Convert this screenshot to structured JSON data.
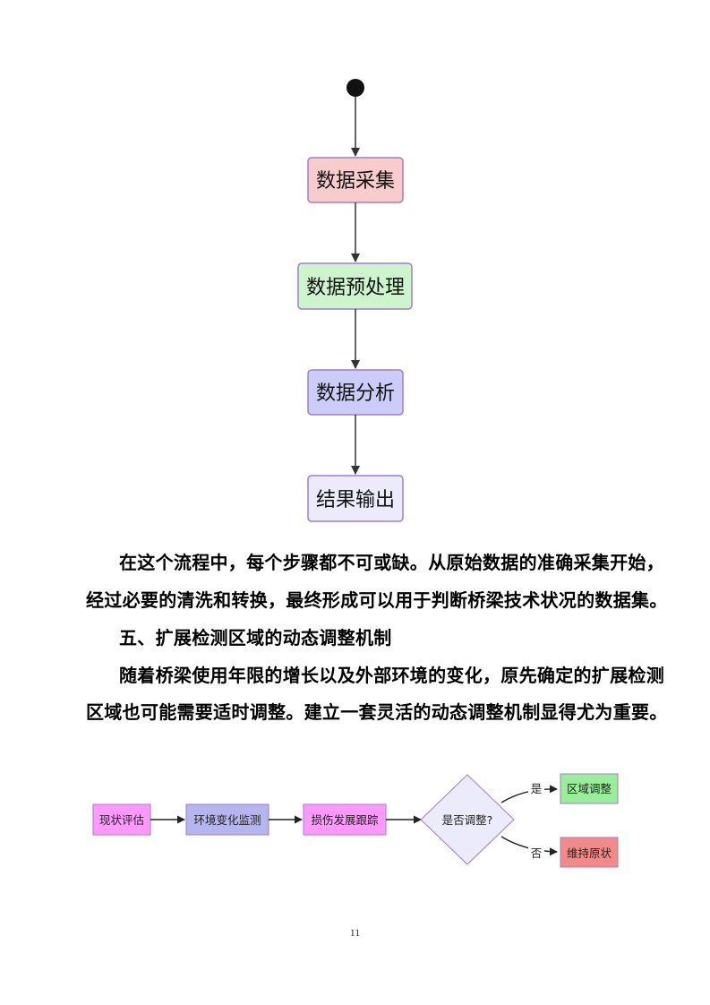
{
  "workflow": {
    "nodes": [
      {
        "label": "数据采集",
        "fill": "#f8cccc"
      },
      {
        "label": "数据预处理",
        "fill": "#ccf5cc"
      },
      {
        "label": "数据分析",
        "fill": "#ccccf8"
      },
      {
        "label": "结果输出",
        "fill": "#ebebfb"
      }
    ],
    "border_color": "#a07ccf"
  },
  "paragraphs": {
    "p1_line1": "在这个流程中，每个步骤都不可或缺。从原始数据的准确采集开始，",
    "p1_line2": "经过必要的清洗和转换，最终形成可以用于判断桥梁技术状况的数据集。",
    "heading": "五、扩展检测区域的动态调整机制",
    "p2_line1": "随着桥梁使用年限的增长以及外部环境的变化，原先确定的扩展检测",
    "p2_line2": "区域也可能需要适时调整。建立一套灵活的动态调整机制显得尤为重要。"
  },
  "flowchart": {
    "steps": [
      {
        "label": "现状评估",
        "fill": "#ff99ff"
      },
      {
        "label": "环境变化监测",
        "fill": "#b5b5ef"
      },
      {
        "label": "损伤发展跟踪",
        "fill": "#ff99ff"
      }
    ],
    "decision": {
      "label": "是否调整?",
      "fill": "#ebebfb"
    },
    "yes": {
      "edge_label": "是",
      "target": "区域调整",
      "fill": "#99ee99"
    },
    "no": {
      "edge_label": "否",
      "target": "维持原状",
      "fill": "#f28a8a"
    }
  },
  "page_number": "11"
}
